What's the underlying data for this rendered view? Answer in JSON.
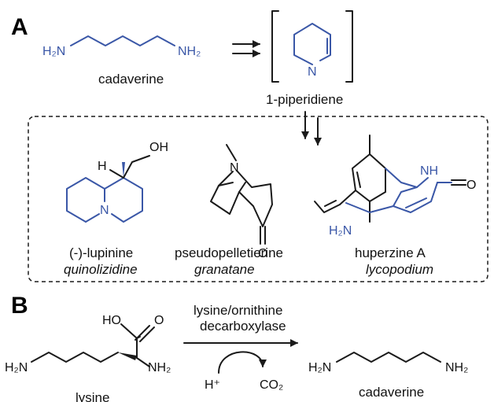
{
  "panels": {
    "a": "A",
    "b": "B"
  },
  "labels": {
    "cadaverine_a": "cadaverine",
    "piperidiene": "1-piperidiene",
    "lupinine": "(-)-lupinine",
    "lupinine_class": "quinolizidine",
    "pseudopelletierine": "pseudopelletierine",
    "pseudopelletierine_class": "granatane",
    "huperzine": "huperzine A",
    "huperzine_class": "lycopodium",
    "lysine": "lysine",
    "enzyme_line1": "lysine/ornithine",
    "enzyme_line2": "decarboxylase",
    "cadaverine_b": "cadaverine"
  },
  "atoms": {
    "h2n": "H₂N",
    "nh2": "NH₂",
    "n": "N",
    "oh": "OH",
    "o": "O",
    "h": "H",
    "nh": "NH",
    "ho": "HO",
    "h_plus": "H⁺",
    "co2": "CO₂"
  },
  "colors": {
    "biosynthetic_unit": "#3a57a7",
    "default": "#1a1a1a"
  }
}
